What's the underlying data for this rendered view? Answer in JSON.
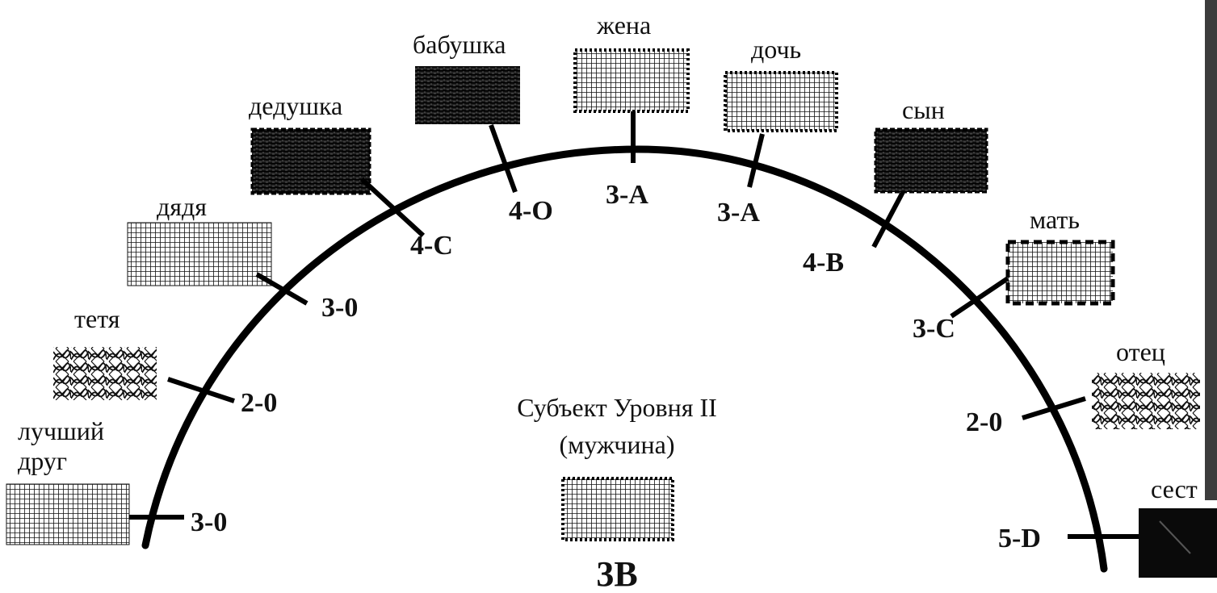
{
  "subject": {
    "title_line1": "Субъект Уровня II",
    "title_line2": "(мужчина)",
    "code": "3B"
  },
  "relatives": [
    {
      "id": "best-friend",
      "label_line1": "лучший",
      "label_line2": "друг",
      "code": "3-0",
      "pattern": "fine-grid"
    },
    {
      "id": "aunt",
      "label_line1": "тетя",
      "label_line2": "",
      "code": "2-0",
      "pattern": "scribble"
    },
    {
      "id": "uncle",
      "label_line1": "дядя",
      "label_line2": "",
      "code": "3-0",
      "pattern": "fine-grid"
    },
    {
      "id": "grandfather",
      "label_line1": "дедушка",
      "label_line2": "",
      "code": "4-C",
      "pattern": "dense-dark"
    },
    {
      "id": "grandmother",
      "label_line1": "бабушка",
      "label_line2": "",
      "code": "4-O",
      "pattern": "dense-dark"
    },
    {
      "id": "wife",
      "label_line1": "жена",
      "label_line2": "",
      "code": "3-A",
      "pattern": "grid-dotted-border"
    },
    {
      "id": "daughter",
      "label_line1": "дочь",
      "label_line2": "",
      "code": "3-A",
      "pattern": "grid-dotted-border"
    },
    {
      "id": "son",
      "label_line1": "сын",
      "label_line2": "",
      "code": "4-B",
      "pattern": "dense-dark"
    },
    {
      "id": "mother",
      "label_line1": "мать",
      "label_line2": "",
      "code": "3-C",
      "pattern": "grid-dashed-border"
    },
    {
      "id": "father",
      "label_line1": "отец",
      "label_line2": "",
      "code": "2-0",
      "pattern": "scribble"
    },
    {
      "id": "sister",
      "label_line1": "сест",
      "label_line2": "",
      "code": "5-D",
      "pattern": "solid-black"
    }
  ]
}
